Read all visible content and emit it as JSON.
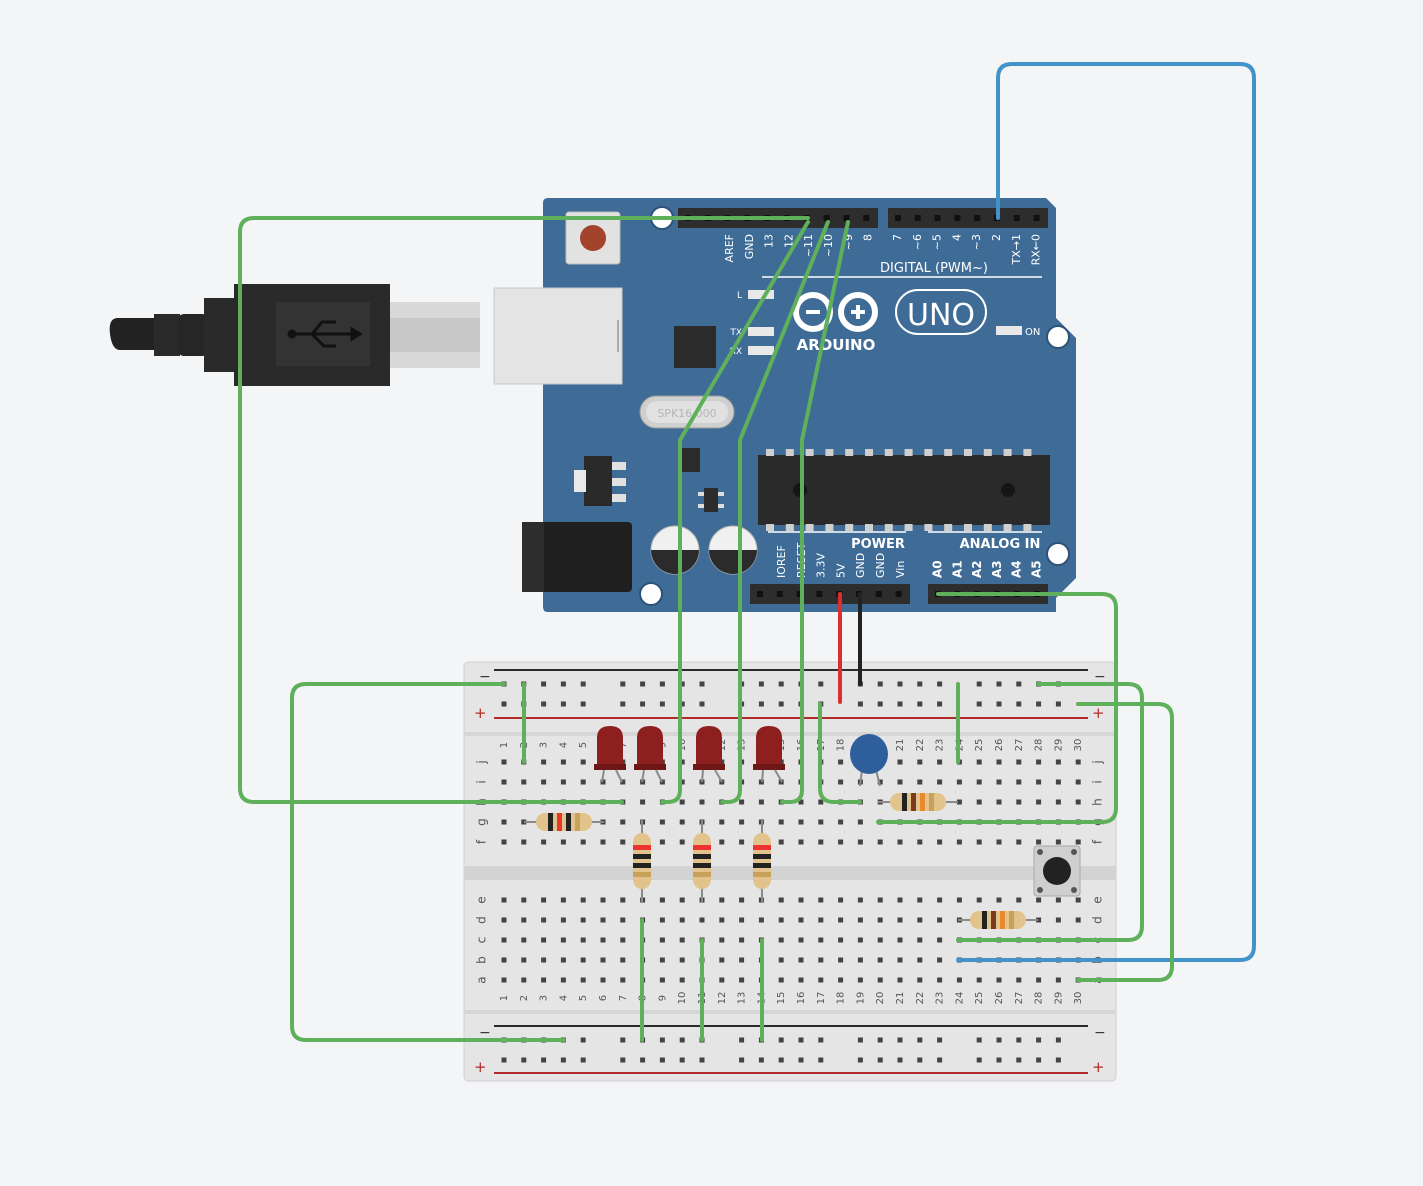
{
  "board": {
    "brand": "ARDUINO",
    "model": "UNO",
    "digital_header_label": "DIGITAL (PWM~)",
    "power_header_label": "POWER",
    "analog_header_label": "ANALOG IN",
    "on_label": "ON",
    "led_l_label": "L",
    "led_tx_label": "TX",
    "led_rx_label": "RX",
    "crystal_label": "SPK16.000",
    "digital_pins_left": [
      "AREF",
      "GND",
      "13",
      "12",
      "~11",
      "~10",
      "~9",
      "8"
    ],
    "digital_pins_right": [
      "7",
      "~6",
      "~5",
      "4",
      "~3",
      "2",
      "TX→1",
      "RX←0"
    ],
    "power_pins": [
      "IOREF",
      "RESET",
      "3.3V",
      "5V",
      "GND",
      "GND",
      "Vin"
    ],
    "analog_pins": [
      "A0",
      "A1",
      "A2",
      "A3",
      "A4",
      "A5"
    ]
  },
  "breadboard": {
    "row_letters_top": [
      "j",
      "i",
      "h",
      "g",
      "f"
    ],
    "row_letters_bottom": [
      "e",
      "d",
      "c",
      "b",
      "a"
    ],
    "column_numbers": [
      "1",
      "2",
      "3",
      "4",
      "5",
      "6",
      "7",
      "8",
      "9",
      "10",
      "11",
      "12",
      "13",
      "14",
      "15",
      "16",
      "17",
      "18",
      "19",
      "20",
      "21",
      "22",
      "23",
      "24",
      "25",
      "26",
      "27",
      "28",
      "29",
      "30"
    ],
    "minus_label": "−",
    "plus_label": "+"
  },
  "colors": {
    "background": "#f4f5f7",
    "arduino_blue": "#3f6c97",
    "wire_green": "#5eb05a",
    "wire_blue": "#4294c8",
    "wire_red": "#d9302c",
    "wire_black": "#222222",
    "led_red": "#8e1f1f",
    "capacitor_blue": "#2f5e9c",
    "breadboard": "#e6e6e6"
  },
  "components": {
    "usb_cable": "usb-icon",
    "leds": 4,
    "resistors": 6,
    "capacitors": 1,
    "pushbuttons": 1
  }
}
